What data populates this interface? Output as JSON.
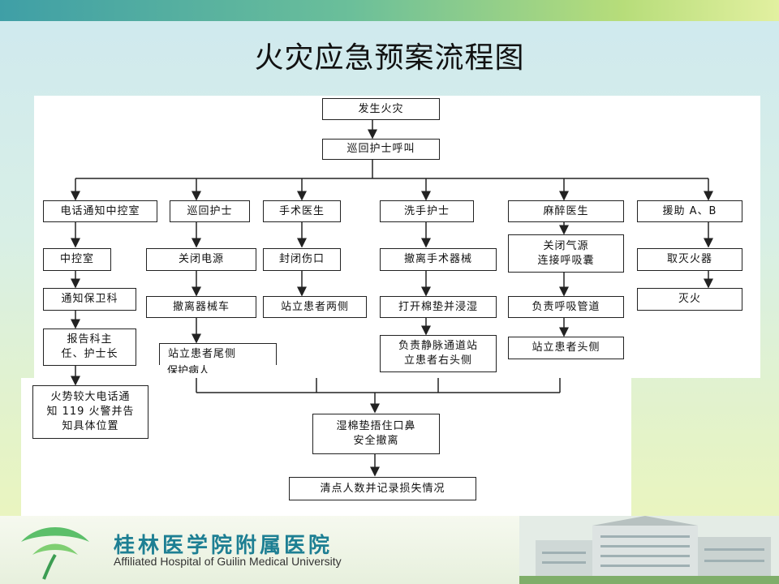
{
  "title": "火灾应急预案流程图",
  "flowchart": {
    "start": "发生火灾",
    "step2": "巡回护士呼叫",
    "col1": [
      "电话通知中控室",
      "中控室",
      "通知保卫科",
      "报告科主\n任、护士长",
      "火势较大电话通\n知 119 火警并告\n知具体位置"
    ],
    "col2": [
      "巡回护士",
      "关闭电源",
      "撤离器械车",
      "站立患者尾侧",
      "保护病人"
    ],
    "col3": [
      "手术医生",
      "封闭伤口",
      "站立患者两侧"
    ],
    "col4": [
      "洗手护士",
      "撤离手术器械",
      "打开棉垫并浸湿",
      "负责静脉通道站\n立患者右头侧"
    ],
    "col5": [
      "麻醉医生",
      "关闭气源\n连接呼吸囊",
      "负责呼吸管道",
      "站立患者头侧"
    ],
    "col6": [
      "援助 A、B",
      "取灭火器",
      "灭火"
    ],
    "merge1": "湿棉垫捂住口鼻\n安全撤离",
    "merge2": "清点人数并记录损失情况"
  },
  "footer": {
    "hospital_name": "桂林医学院附属医院",
    "hospital_name_en": "Affiliated Hospital of Guilin Medical University"
  },
  "colors": {
    "accent": "#1d7f93",
    "leaf": "#5cbf6a"
  }
}
